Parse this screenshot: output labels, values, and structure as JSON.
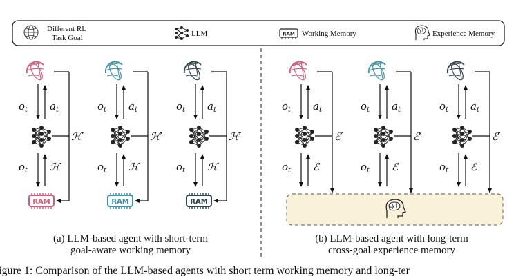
{
  "legend": {
    "goal_line1": "Different RL",
    "goal_line2": "Task Goal",
    "llm": "LLM",
    "working_memory": "Working Memory",
    "experience_memory": "Experience Memory"
  },
  "labels": {
    "obs": "o",
    "act": "a",
    "t": "t",
    "H_prime": "ℋ′",
    "H": "ℋ",
    "E_prime": "ℰ′",
    "E": "ℰ",
    "ram": "RAM"
  },
  "captions": {
    "a_line1": "(a) LLM-based agent with short-term",
    "a_line2": "goal-aware working memory",
    "b_line1": "(b) LLM-based agent with long-term",
    "b_line2": "cross-goal experience memory"
  },
  "footer": "igure 1: Comparison of the LLM-based agents with short term working memory and long-ter",
  "colors": {
    "pink": "#d65a7a",
    "teal": "#3a93a6",
    "dark": "#2c4350",
    "experience_bg": "#faf1d9"
  }
}
